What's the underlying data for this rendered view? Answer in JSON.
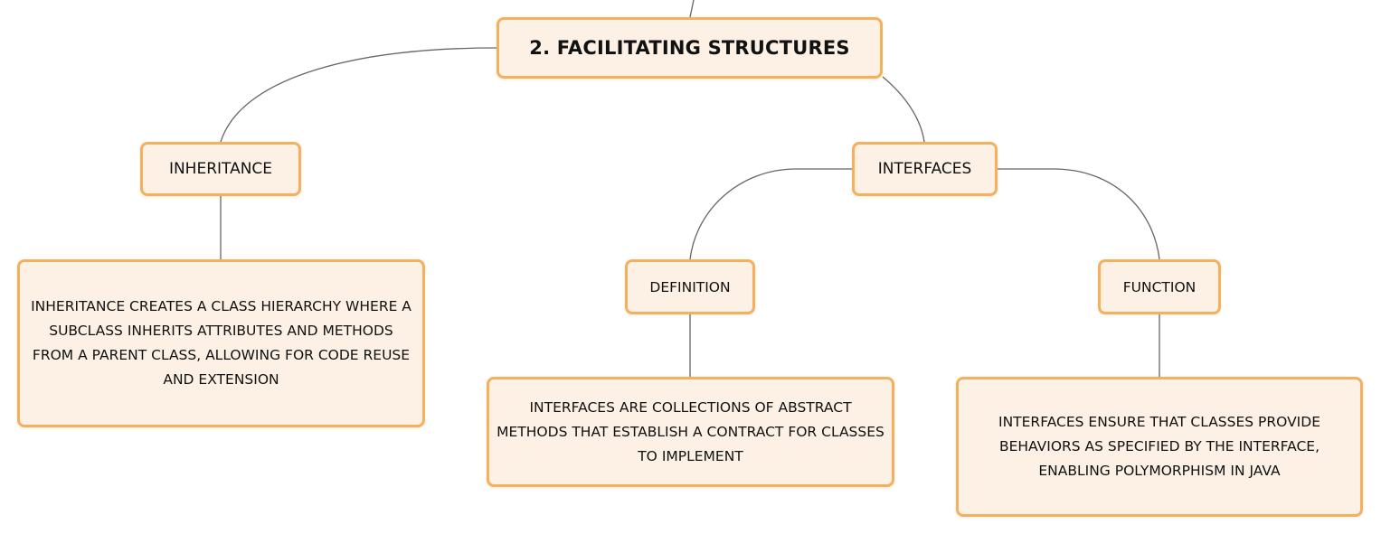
{
  "colors": {
    "node_fill": "#fdf1e6",
    "node_border": "#f5b05e",
    "connector": "#666666",
    "text": "#111111"
  },
  "root": {
    "label": "2. FACILITATING STRUCTURES"
  },
  "inheritance": {
    "label": "INHERITANCE",
    "description": "INHERITANCE CREATES A CLASS HIERARCHY WHERE A SUBCLASS INHERITS ATTRIBUTES AND METHODS FROM A PARENT CLASS, ALLOWING FOR CODE REUSE AND EXTENSION"
  },
  "interfaces": {
    "label": "INTERFACES",
    "definition": {
      "label": "DEFINITION",
      "description": "INTERFACES ARE COLLECTIONS OF ABSTRACT METHODS THAT ESTABLISH A CONTRACT FOR CLASSES TO IMPLEMENT"
    },
    "function": {
      "label": "FUNCTION",
      "description": "INTERFACES ENSURE THAT CLASSES PROVIDE BEHAVIORS AS SPECIFIED BY THE INTERFACE, ENABLING POLYMORPHISM IN JAVA"
    }
  }
}
